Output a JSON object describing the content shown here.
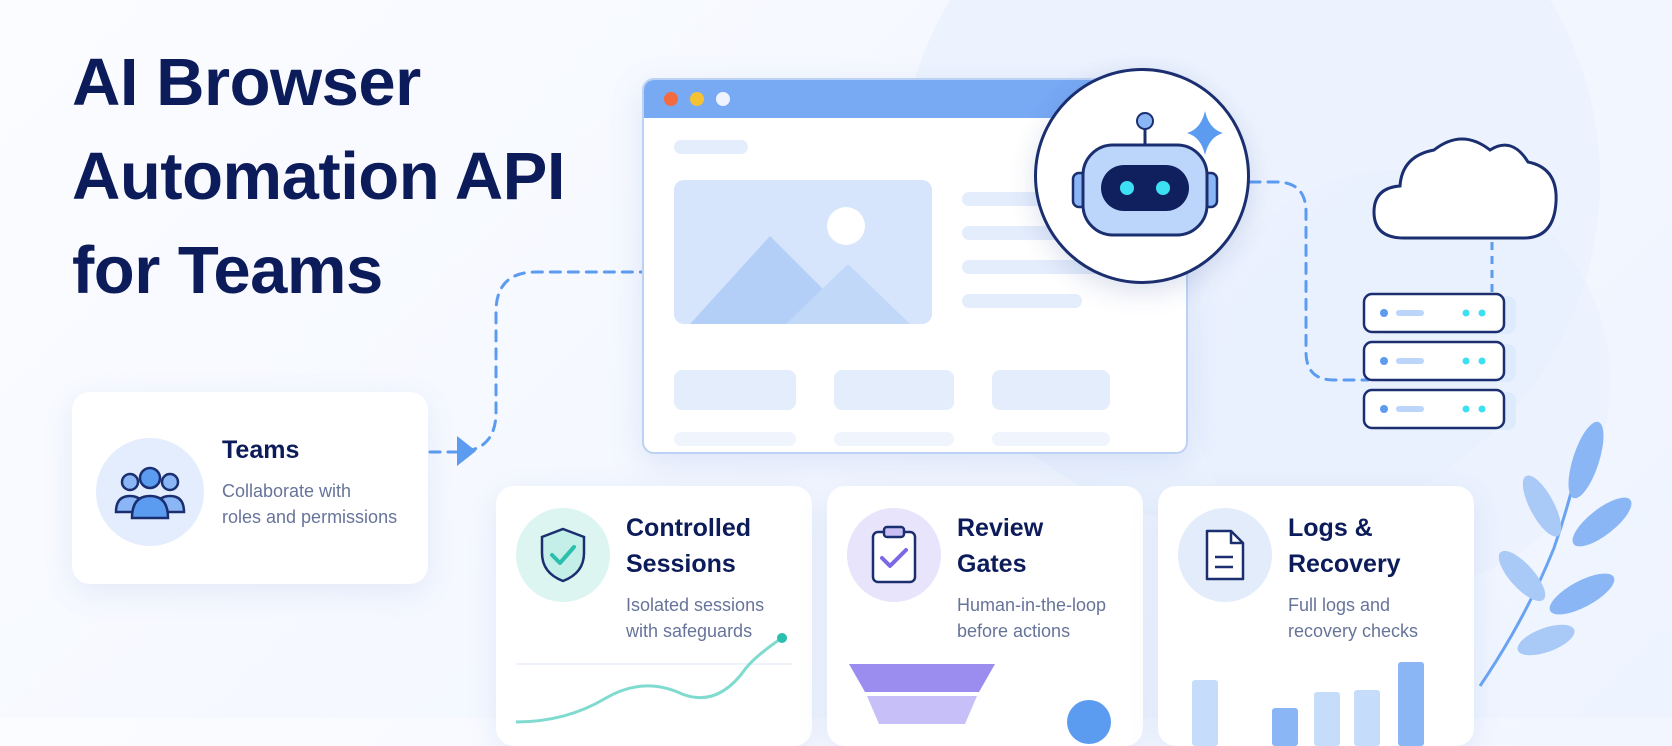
{
  "hero": {
    "title_lines": [
      "AI Browser",
      "Automation API",
      "for Teams"
    ]
  },
  "teams_card": {
    "title": "Teams",
    "description_lines": [
      "Collaborate with",
      "roles and permissions"
    ],
    "icon": "users-icon"
  },
  "features": [
    {
      "id": "controlled-sessions",
      "title_lines": [
        "Controlled",
        "Sessions"
      ],
      "description_lines": [
        "Isolated sessions",
        "with safeguards"
      ],
      "icon": "shield-check-icon",
      "icon_bg": "#dcf5f1",
      "icon_color": "#2bbfae"
    },
    {
      "id": "review-gates",
      "title_lines": [
        "Review",
        "Gates"
      ],
      "description_lines": [
        "Human-in-the-loop",
        "before actions"
      ],
      "icon": "clipboard-check-icon",
      "icon_bg": "#e8e4fb",
      "icon_color": "#7a68e6"
    },
    {
      "id": "logs-recovery",
      "title_lines": [
        "Logs &",
        "Recovery"
      ],
      "description_lines": [
        "Full logs and",
        "recovery checks"
      ],
      "icon": "document-icon",
      "icon_bg": "#e2ecfb",
      "icon_color": "#3f7ee6"
    }
  ],
  "colors": {
    "navy": "#0c1b5a",
    "accent_blue": "#78a9f3",
    "connector_blue": "#5b9bf0",
    "muted_text": "#67749a"
  }
}
